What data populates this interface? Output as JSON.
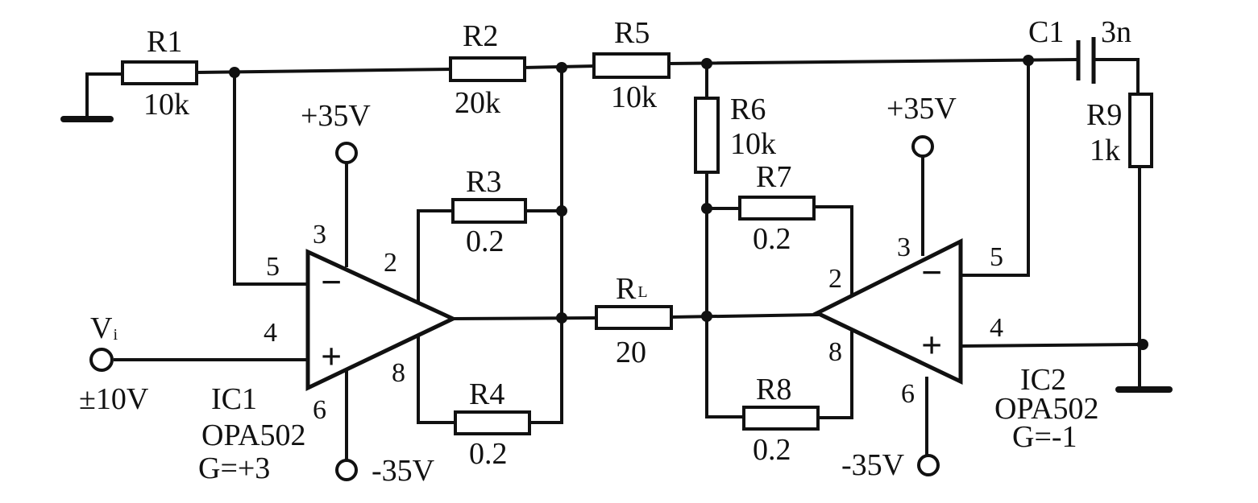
{
  "resistors": {
    "r1": {
      "name": "R1",
      "value": "10k"
    },
    "r2": {
      "name": "R2",
      "value": "20k"
    },
    "r3": {
      "name": "R3",
      "value": "0.2"
    },
    "r4": {
      "name": "R4",
      "value": "0.2"
    },
    "r5": {
      "name": "R5",
      "value": "10k"
    },
    "r6": {
      "name": "R6",
      "value": "10k"
    },
    "r7": {
      "name": "R7",
      "value": "0.2"
    },
    "r8": {
      "name": "R8",
      "value": "0.2"
    },
    "r9": {
      "name": "R9",
      "value": "1k"
    },
    "rl": {
      "name_main": "R",
      "name_sub": "L",
      "value": "20"
    }
  },
  "capacitor": {
    "name": "C1",
    "value": "3n"
  },
  "input": {
    "name_main": "V",
    "name_sub": "i",
    "range": "±10V"
  },
  "ic1": {
    "name": "IC1",
    "model": "OPA502",
    "gain": "G=+3",
    "pins": {
      "p3": "3",
      "p5": "5",
      "p4": "4",
      "p2": "2",
      "p8": "8",
      "p6": "6"
    },
    "supply_pos": "+35V",
    "supply_neg": "-35V"
  },
  "ic2": {
    "name": "IC2",
    "model": "OPA502",
    "gain": "G=-1",
    "pins": {
      "p3": "3",
      "p5": "5",
      "p4": "4",
      "p2": "2",
      "p8": "8",
      "p6": "6"
    },
    "supply_pos": "+35V",
    "supply_neg": "-35V"
  },
  "symbols": {
    "minus": "−",
    "plus": "+"
  }
}
